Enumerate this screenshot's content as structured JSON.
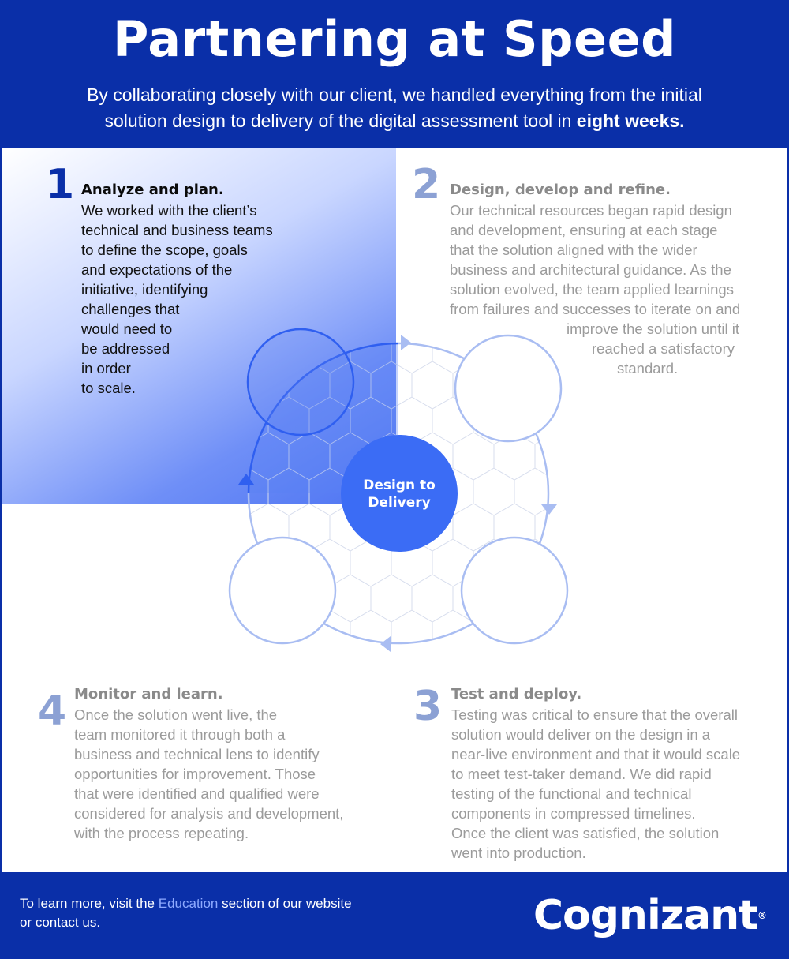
{
  "header": {
    "title": "Partnering at Speed",
    "subtitle_line1": "By collaborating closely with our client, we handled everything from the initial",
    "subtitle_line2": "solution design to delivery of the digital assessment tool in ",
    "subtitle_bold": "eight weeks."
  },
  "cycle": {
    "center_line1": "Design to",
    "center_line2": "Delivery"
  },
  "steps": [
    {
      "number": "1",
      "title": "Analyze and plan.",
      "text": "We worked with the client’s\ntechnical and business teams\nto define the scope, goals\nand expectations of the\ninitiative, identifying\nchallenges that\nwould need to\nbe addressed\nin order\nto scale."
    },
    {
      "number": "2",
      "title": "Design, develop and refine.",
      "text": "Our technical resources began rapid design\nand development, ensuring at each stage\nthat the solution aligned with the wider\nbusiness and architectural guidance. As the\nsolution evolved, the team applied learnings\nfrom failures and successes to iterate on and"
    },
    {
      "number": "3",
      "title": "Test and deploy.",
      "text": "Testing was critical to ensure that the overall\nsolution would deliver on the design in a\nnear-live environment and that it would scale\nto meet test-taker demand. We did rapid\ntesting of the functional and technical\ncomponents in compressed timelines.\nOnce the client was satisfied, the solution\nwent into production."
    },
    {
      "number": "4",
      "title": "Monitor and learn.",
      "text": "Once the solution went live, the\nteam monitored it through both a\nbusiness and technical lens to identify\nopportunities for improvement. Those\nthat were identified and qualified were\nconsidered for analysis and development,\nwith the process repeating."
    }
  ],
  "step2_tail": [
    "improve the solution until it",
    "reached a satisfactory",
    "standard."
  ],
  "footer": {
    "text_before": "To learn more, visit the ",
    "link": "Education",
    "text_after": " section of our website",
    "line2": "or contact us.",
    "logo": "Cognizant",
    "logo_mark": "®"
  },
  "colors": {
    "brand_blue": "#0a2fa8",
    "accent_blue": "#3b6cf5",
    "light_blue": "#a9bdf2"
  }
}
